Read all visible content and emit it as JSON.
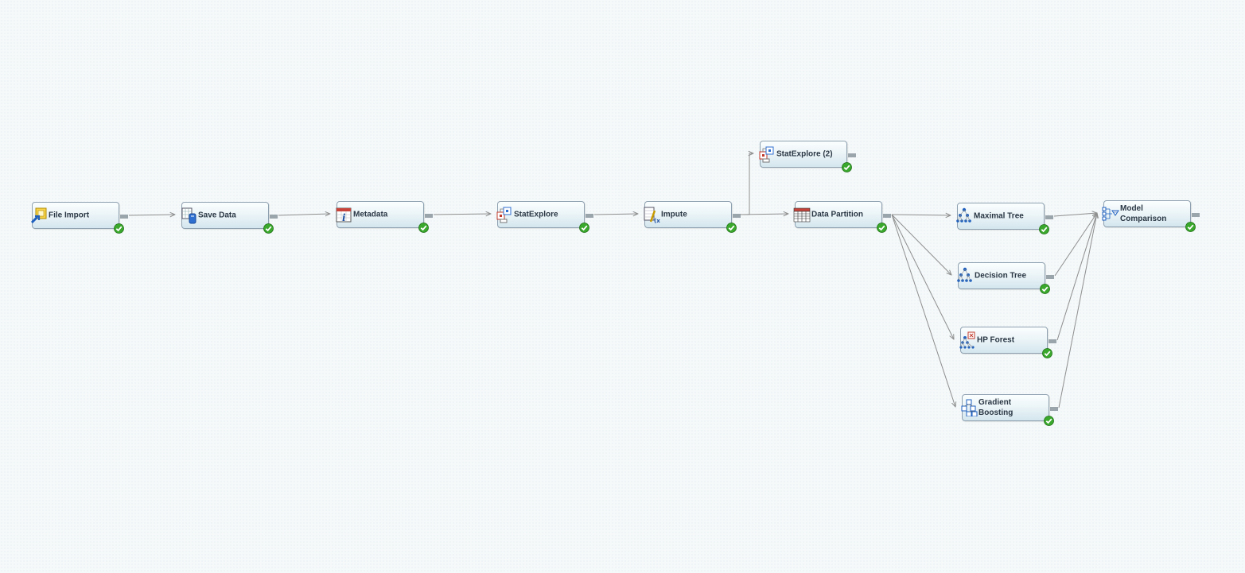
{
  "canvas": {
    "nodes": [
      {
        "id": "file_import",
        "label": "File Import",
        "icon": "file-import-icon",
        "status": "completed"
      },
      {
        "id": "save_data",
        "label": "Save Data",
        "icon": "save-data-icon",
        "status": "completed"
      },
      {
        "id": "metadata",
        "label": "Metadata",
        "icon": "metadata-icon",
        "status": "completed"
      },
      {
        "id": "statexplore",
        "label": "StatExplore",
        "icon": "statexplore-icon",
        "status": "completed"
      },
      {
        "id": "impute",
        "label": "Impute",
        "icon": "impute-icon",
        "status": "completed"
      },
      {
        "id": "statexplore2",
        "label": "StatExplore (2)",
        "icon": "statexplore-icon",
        "status": "completed"
      },
      {
        "id": "data_partition",
        "label": "Data Partition",
        "icon": "data-partition-icon",
        "status": "completed"
      },
      {
        "id": "maximal_tree",
        "label": "Maximal Tree",
        "icon": "decision-tree-icon",
        "status": "completed"
      },
      {
        "id": "decision_tree",
        "label": "Decision Tree",
        "icon": "decision-tree-icon",
        "status": "completed"
      },
      {
        "id": "hp_forest",
        "label": "HP Forest",
        "icon": "hp-forest-icon",
        "status": "completed"
      },
      {
        "id": "gradient_boosting",
        "label": "Gradient\nBoosting",
        "icon": "gradient-boosting-icon",
        "status": "completed"
      },
      {
        "id": "model_comparison",
        "label": "Model\nComparison",
        "icon": "model-comparison-icon",
        "status": "completed"
      }
    ],
    "connections": [
      [
        "file_import",
        "save_data"
      ],
      [
        "save_data",
        "metadata"
      ],
      [
        "metadata",
        "statexplore"
      ],
      [
        "statexplore",
        "impute"
      ],
      [
        "impute",
        "statexplore2"
      ],
      [
        "impute",
        "data_partition"
      ],
      [
        "data_partition",
        "maximal_tree"
      ],
      [
        "data_partition",
        "decision_tree"
      ],
      [
        "data_partition",
        "hp_forest"
      ],
      [
        "data_partition",
        "gradient_boosting"
      ],
      [
        "maximal_tree",
        "model_comparison"
      ],
      [
        "decision_tree",
        "model_comparison"
      ],
      [
        "hp_forest",
        "model_comparison"
      ],
      [
        "gradient_boosting",
        "model_comparison"
      ]
    ],
    "colors": {
      "connector": "#8e8e8e",
      "status_ok": "#3aa82c",
      "node_border": "#8fa1b0"
    }
  }
}
